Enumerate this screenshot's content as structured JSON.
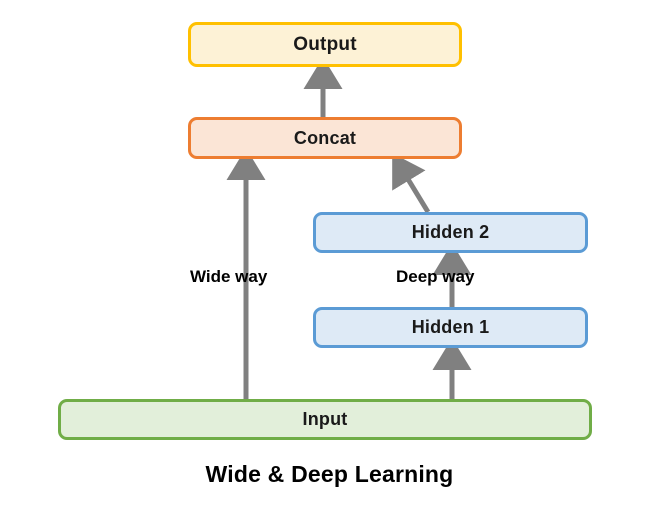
{
  "title": "Wide & Deep Learning",
  "nodes": {
    "output": {
      "label": "Output",
      "border_color": "#FFC000",
      "fill_color": "#FDF2D6"
    },
    "concat": {
      "label": "Concat",
      "border_color": "#ED7D31",
      "fill_color": "#FBE5D6"
    },
    "hidden2": {
      "label": "Hidden 2",
      "border_color": "#5B9BD5",
      "fill_color": "#DEEAF6"
    },
    "hidden1": {
      "label": "Hidden 1",
      "border_color": "#5B9BD5",
      "fill_color": "#DEEAF6"
    },
    "input": {
      "label": "Input",
      "border_color": "#70AD47",
      "fill_color": "#E2EFDA"
    }
  },
  "edges": {
    "arrow_color": "#808080",
    "wide_way_label": "Wide way",
    "deep_way_label": "Deep way",
    "connections": [
      {
        "name": "concat-to-output",
        "from": "Concat",
        "to": "Output"
      },
      {
        "name": "input-to-concat",
        "from": "Input",
        "to": "Concat",
        "label": "Wide way"
      },
      {
        "name": "hidden2-to-concat",
        "from": "Hidden 2",
        "to": "Concat"
      },
      {
        "name": "hidden1-to-hidden2",
        "from": "Hidden 1",
        "to": "Hidden 2",
        "label": "Deep way"
      },
      {
        "name": "input-to-hidden1",
        "from": "Input",
        "to": "Hidden 1"
      }
    ]
  }
}
